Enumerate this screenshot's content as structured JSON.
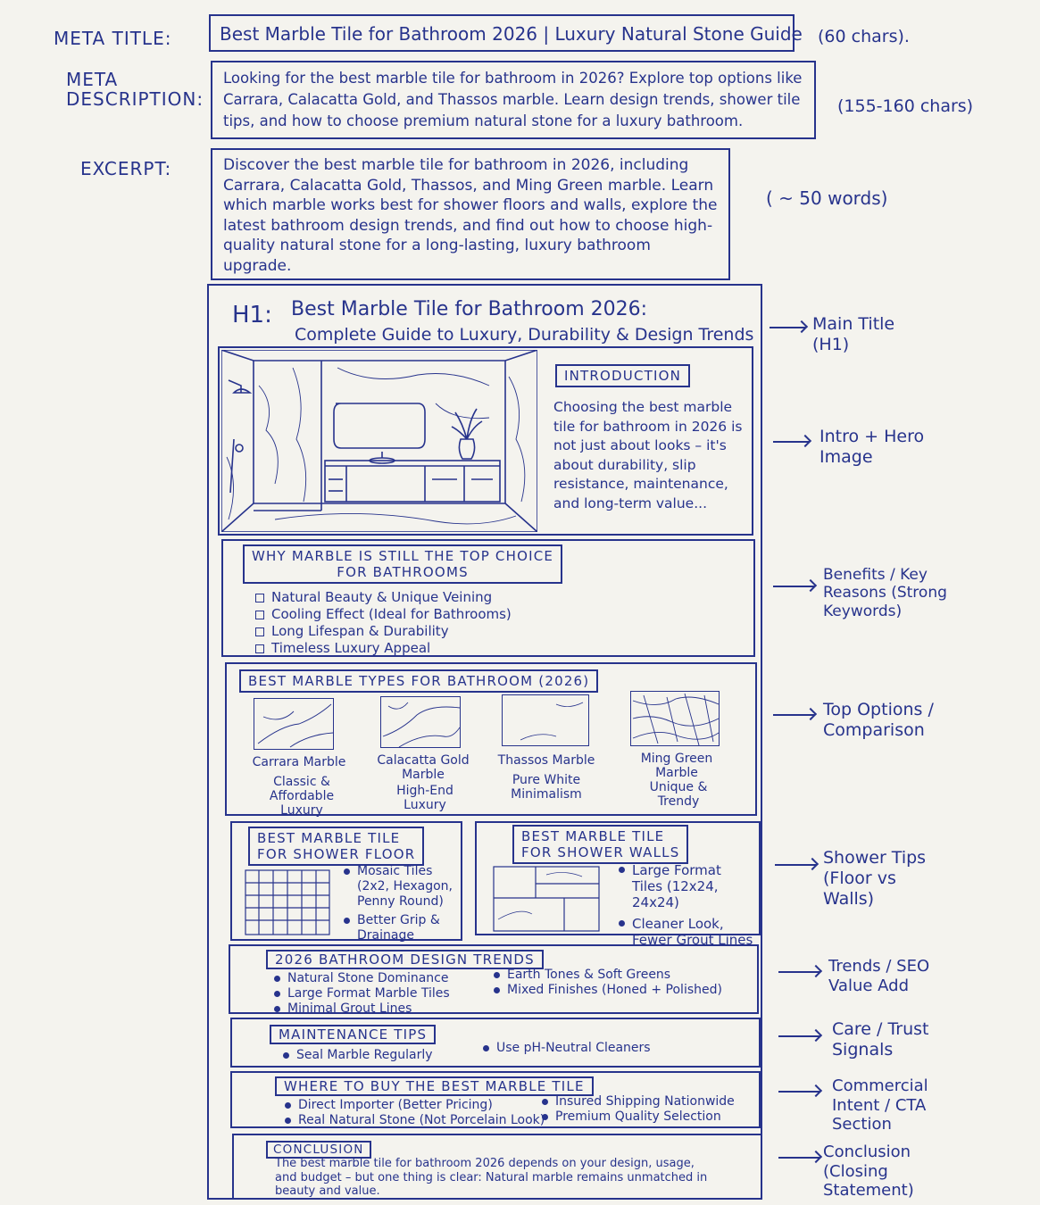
{
  "meta": {
    "title_label": "META TITLE:",
    "title_text": "Best Marble Tile for Bathroom 2026 | Luxury Natural Stone Guide",
    "title_note": "(60 chars).",
    "desc_label_line1": "META",
    "desc_label_line2": "DESCRIPTION:",
    "desc_text": "Looking for the best marble tile for bathroom in 2026? Explore top options like Carrara, Calacatta Gold, and Thassos marble. Learn design trends, shower tile tips, and how to choose premium natural stone for a luxury bathroom.",
    "desc_note": "(155-160 chars)",
    "excerpt_label": "EXCERPT:",
    "excerpt_text": "Discover the best marble tile for bathroom in 2026, including Carrara, Calacatta Gold, Thassos, and Ming Green marble. Learn which marble works best for shower floors and walls, explore the latest bathroom design trends, and find out how to choose high-quality natural stone for a long-lasting, luxury bathroom upgrade.",
    "excerpt_note": "( ~ 50 words)"
  },
  "h1": {
    "prefix": "H1:",
    "line1": "Best Marble Tile for Bathroom 2026:",
    "line2": "Complete Guide to Luxury, Durability & Design Trends"
  },
  "intro": {
    "title": "INTRODUCTION",
    "text": "Choosing the best marble tile for bathroom in 2026 is not just about looks – it's about durability, slip resistance, maintenance, and long-term value..."
  },
  "why": {
    "title_line1": "WHY MARBLE IS STILL THE TOP CHOICE",
    "title_line2": "FOR BATHROOMS",
    "items": [
      "Natural Beauty & Unique Veining",
      "Cooling Effect (Ideal for Bathrooms)",
      "Long Lifespan & Durability",
      "Timeless Luxury Appeal"
    ]
  },
  "types": {
    "title": "BEST MARBLE TYPES FOR BATHROOM (2026)",
    "items": [
      {
        "name": "Carrara Marble",
        "desc": "Classic & Affordable Luxury"
      },
      {
        "name": "Calacatta Gold Marble",
        "desc": "High-End Luxury"
      },
      {
        "name": "Thassos Marble",
        "desc": "Pure White Minimalism"
      },
      {
        "name": "Ming Green Marble",
        "desc": "Unique & Trendy"
      }
    ]
  },
  "floor": {
    "title_line1": "BEST MARBLE TILE",
    "title_line2": "FOR SHOWER FLOOR",
    "items": [
      "Mosaic Tiles (2x2, Hexagon, Penny Round)",
      "Better Grip & Drainage"
    ]
  },
  "walls": {
    "title_line1": "BEST MARBLE TILE",
    "title_line2": "FOR SHOWER WALLS",
    "items": [
      "Large Format Tiles (12x24, 24x24)",
      "Cleaner Look, Fewer Grout Lines"
    ]
  },
  "trends": {
    "title": "2026 BATHROOM DESIGN TRENDS",
    "left": [
      "Natural Stone Dominance",
      "Large Format Marble Tiles",
      "Minimal Grout Lines"
    ],
    "right": [
      "Earth Tones & Soft Greens",
      "Mixed Finishes (Honed + Polished)"
    ]
  },
  "maint": {
    "title": "MAINTENANCE TIPS",
    "items": [
      "Seal Marble Regularly",
      "Use pH-Neutral Cleaners"
    ]
  },
  "buy": {
    "title": "WHERE TO BUY THE BEST MARBLE TILE",
    "left": [
      "Direct Importer (Better Pricing)",
      "Real Natural Stone (Not Porcelain Look)"
    ],
    "right": [
      "Insured Shipping Nationwide",
      "Premium Quality Selection"
    ]
  },
  "conclusion": {
    "title": "CONCLUSION",
    "text": "The best marble tile for bathroom 2026 depends on your design, usage, and budget – but one thing is clear: Natural marble remains unmatched in beauty and value."
  },
  "annotations": {
    "main_title": "Main Title (H1)",
    "intro": "Intro + Hero Image",
    "benefits": "Benefits / Key Reasons (Strong Keywords)",
    "options": "Top Options / Comparison",
    "shower": "Shower Tips (Floor vs Walls)",
    "trends": "Trends / SEO Value Add",
    "care": "Care / Trust Signals",
    "commercial": "Commercial Intent / CTA Section",
    "conclusion": "Conclusion (Closing Statement)"
  }
}
